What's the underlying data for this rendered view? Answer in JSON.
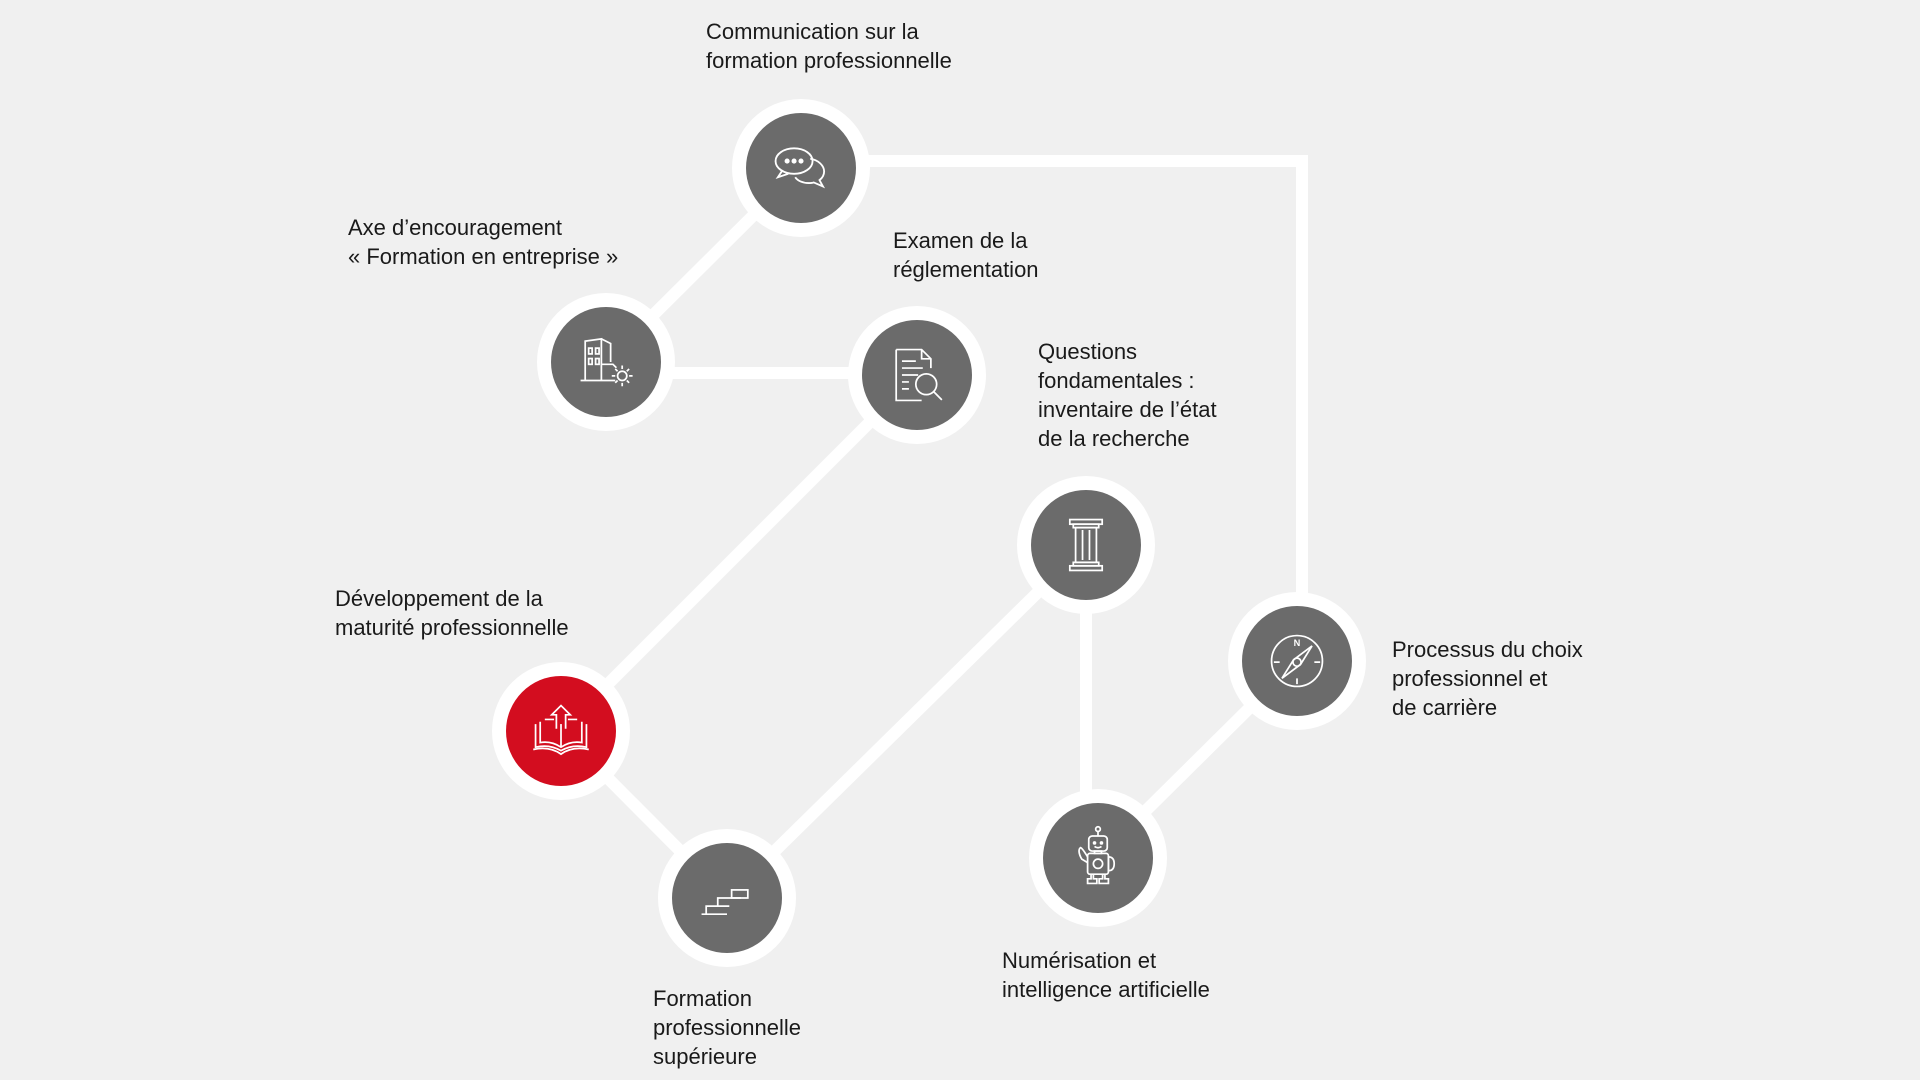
{
  "diagram": {
    "colors": {
      "background": "#f0f0f0",
      "line": "#ffffff",
      "node": "#6b6b6b",
      "active_node": "#d30d1f",
      "text": "#1a1a1a"
    },
    "nodes": [
      {
        "id": "communication",
        "label": "Communication sur la\nformation professionnelle",
        "icon": "chat-bubbles-icon",
        "active": false
      },
      {
        "id": "encouragement",
        "label": "Axe  d’encouragement\n« Formation en entreprise »",
        "icon": "building-gear-icon",
        "active": false
      },
      {
        "id": "reglementation",
        "label": "Examen de la\nréglementation",
        "icon": "document-search-icon",
        "active": false
      },
      {
        "id": "questions",
        "label": "Questions\nfondamentales :\ninventaire de l’état\nde la recherche",
        "icon": "pillar-icon",
        "active": false
      },
      {
        "id": "choix",
        "label": "Processus du choix\nprofessionnel et\nde carrière",
        "icon": "compass-icon",
        "active": false
      },
      {
        "id": "maturite",
        "label": "Développement de la\nmaturité professionnelle",
        "icon": "book-upload-icon",
        "active": true
      },
      {
        "id": "superieure",
        "label": "Formation\nprofessionnelle\nsupérieure",
        "icon": "stairs-icon",
        "active": false
      },
      {
        "id": "numerisation",
        "label": "Numérisation et\nintelligence artificielle",
        "icon": "robot-icon",
        "active": false
      }
    ]
  }
}
